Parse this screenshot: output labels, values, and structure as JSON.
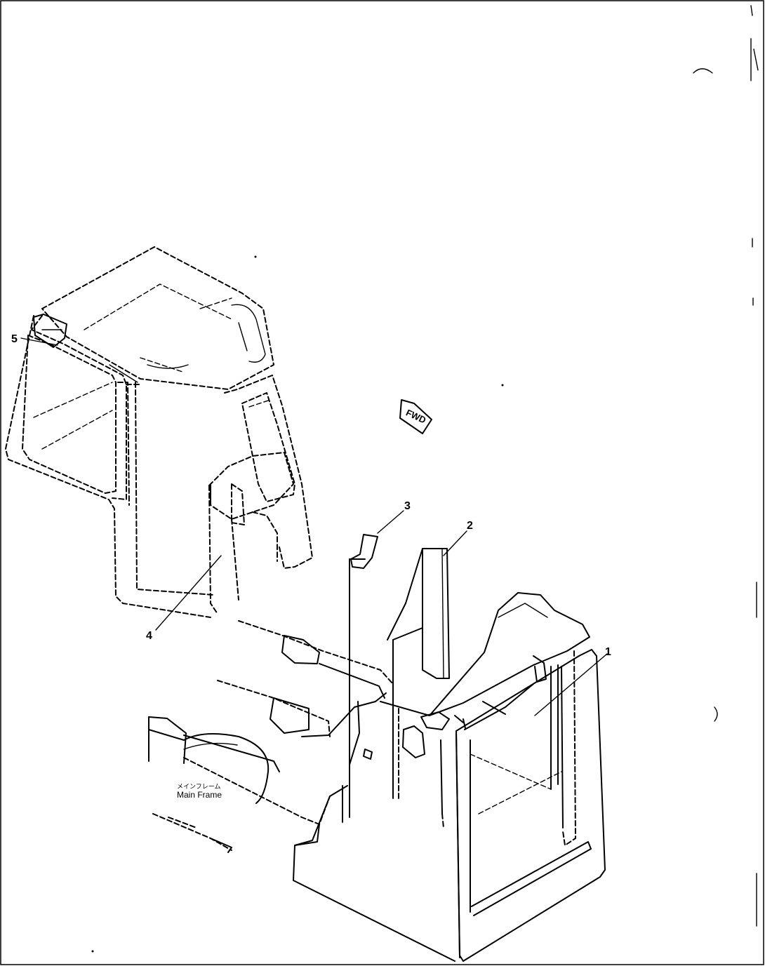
{
  "callouts": [
    {
      "id": "1",
      "text": "1"
    },
    {
      "id": "2",
      "text": "2"
    },
    {
      "id": "3",
      "text": "3"
    },
    {
      "id": "4",
      "text": "4"
    },
    {
      "id": "5",
      "text": "5"
    }
  ],
  "frame_label": {
    "jp": "メインフレーム",
    "en": "Main Frame"
  },
  "direction_marker": {
    "text": "FWD"
  }
}
